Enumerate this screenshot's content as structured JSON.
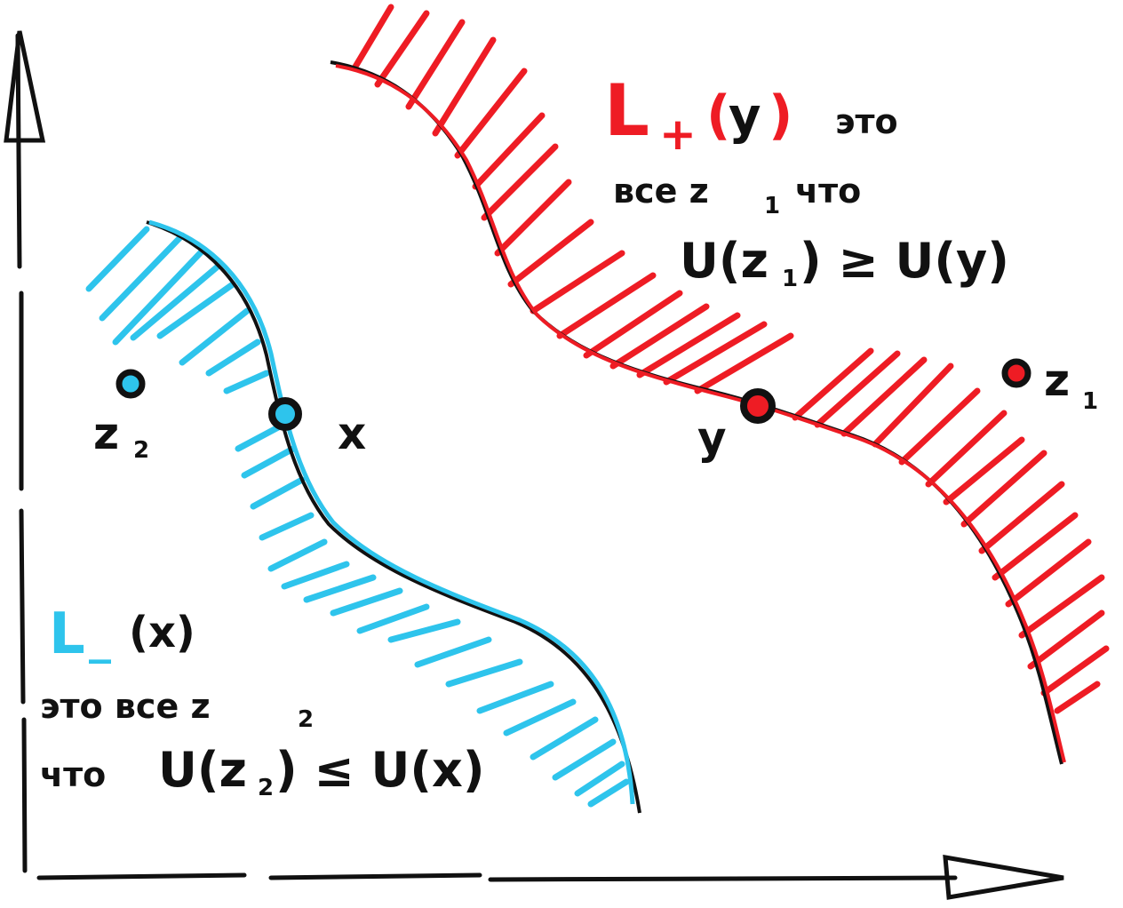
{
  "colors": {
    "ink": "#111111",
    "upper_set": "#ee1c24",
    "lower_set": "#2ec4ec",
    "background": "#ffffff"
  },
  "points": {
    "x": {
      "label": "x",
      "color": "#2ec4ec"
    },
    "y": {
      "label": "y",
      "color": "#ee1c24"
    },
    "z1": {
      "label_main": "z",
      "label_sub": "1",
      "color": "#ee1c24"
    },
    "z2": {
      "label_main": "z",
      "label_sub": "2",
      "color": "#2ec4ec"
    }
  },
  "upper_set": {
    "symbol_L": "L",
    "symbol_sub": "+",
    "arg_open": "(",
    "arg": "y",
    "arg_close": ")",
    "text_1": "это",
    "text_2": "все z",
    "text_2_sub": "1",
    "text_2_tail": "что",
    "formula": "U(z",
    "formula_sub": "1",
    "formula_tail": ") ≥ U(y)"
  },
  "lower_set": {
    "symbol_L": "L",
    "symbol_sub": "_",
    "arg": "(x)",
    "text_1": "это все z",
    "text_1_sub": "2",
    "text_2": "что",
    "formula": "U(z",
    "formula_sub": "2",
    "formula_tail": ") ≤ U(x)"
  }
}
